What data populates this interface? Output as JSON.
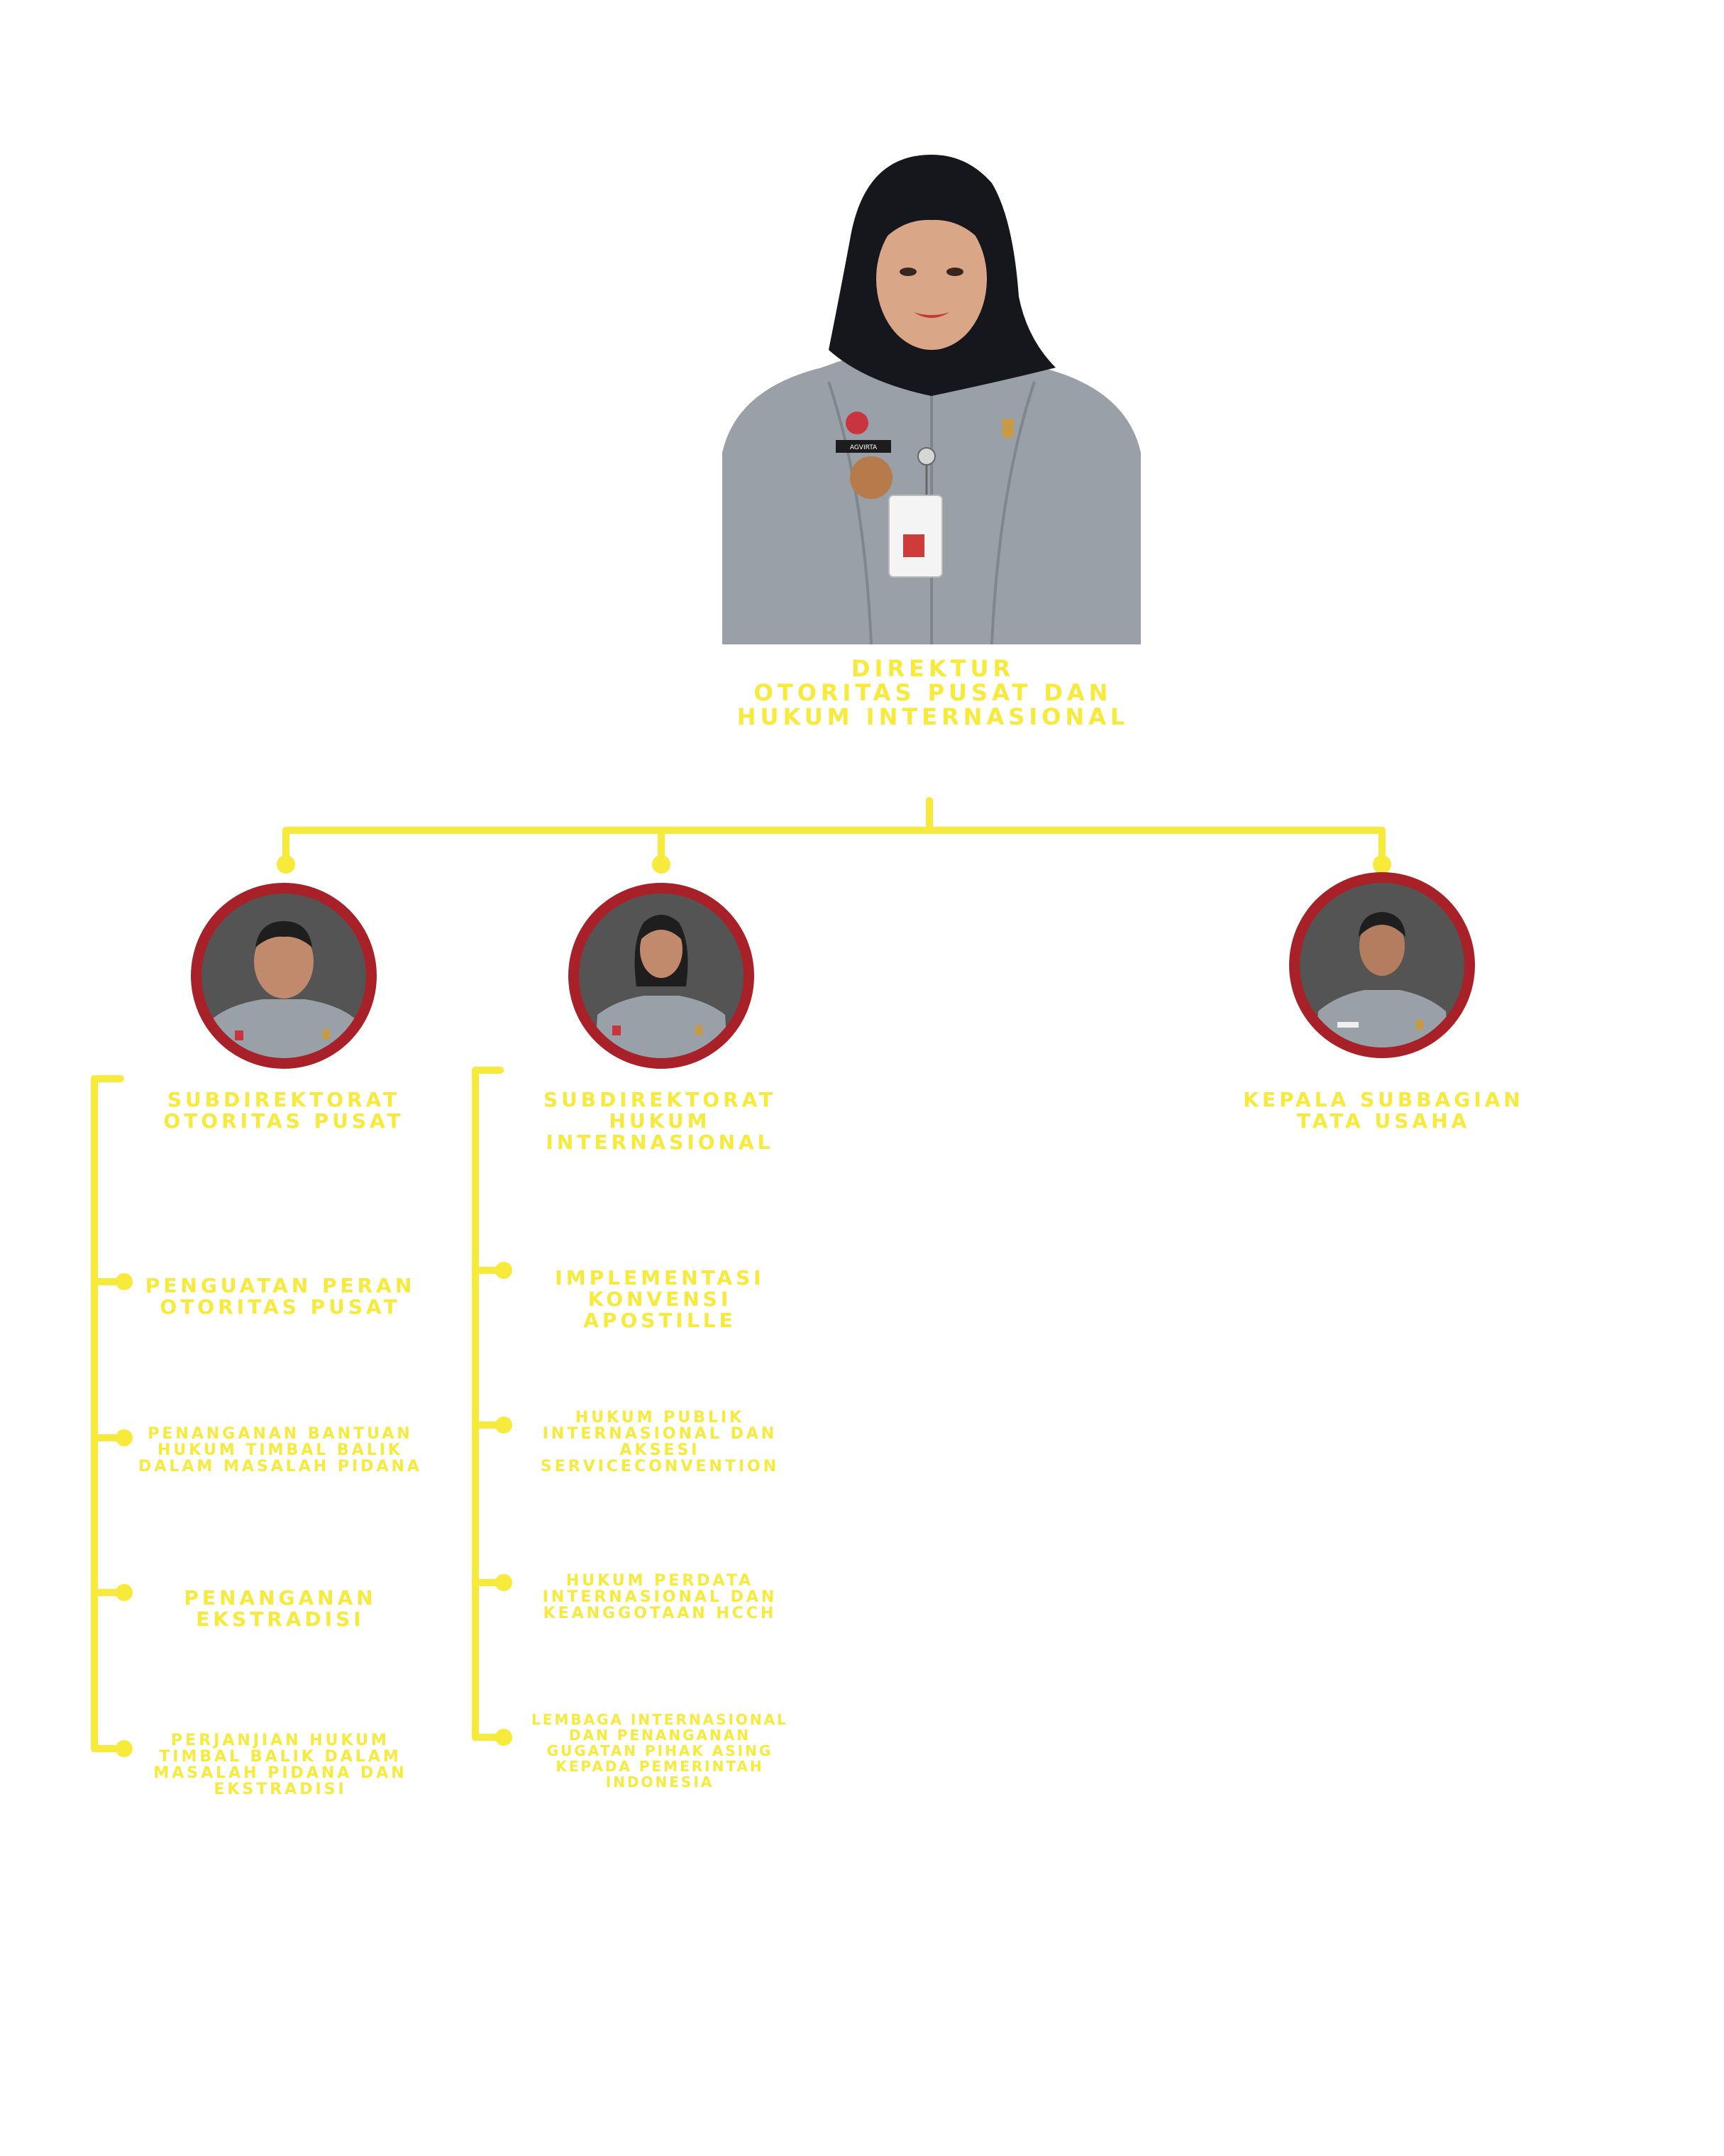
{
  "colors": {
    "connector": "#f7ea3b",
    "label": "#f7ea3b",
    "ring": "#a82128",
    "photo_bg": "#545454",
    "uniform": "#9aa0a8"
  },
  "director": {
    "name_tag": "AGVIRTA",
    "title": "DIREKTUR\nOTORITAS PUSAT DAN\nHUKUM INTERNASIONAL"
  },
  "units": [
    {
      "title": "SUBDIREKTORAT\nOTORITAS PUSAT",
      "sections": [
        "PENGUATAN PERAN\nOTORITAS PUSAT",
        "PENANGANAN BANTUAN\nHUKUM TIMBAL BALIK\nDALAM MASALAH PIDANA",
        "PENANGANAN\nEKSTRADISI",
        "PERJANJIAN HUKUM\nTIMBAL BALIK DALAM\nMASALAH PIDANA DAN\nEKSTRADISI"
      ]
    },
    {
      "title": "SUBDIREKTORAT HUKUM\nINTERNASIONAL",
      "sections": [
        "IMPLEMENTASI\nKONVENSI APOSTILLE",
        "HUKUM PUBLIK\nINTERNASIONAL DAN\nAKSESI\nSERVICECONVENTION",
        "HUKUM PERDATA\nINTERNASIONAL DAN\nKEANGGOTAAN HCCH",
        "LEMBAGA INTERNASIONAL\nDAN PENANGANAN\nGUGATAN PIHAK ASING\nKEPADA PEMERINTAH\nINDONESIA"
      ]
    },
    {
      "title": "KEPALA SUBBAGIAN\nTATA USAHA",
      "sections": []
    }
  ]
}
